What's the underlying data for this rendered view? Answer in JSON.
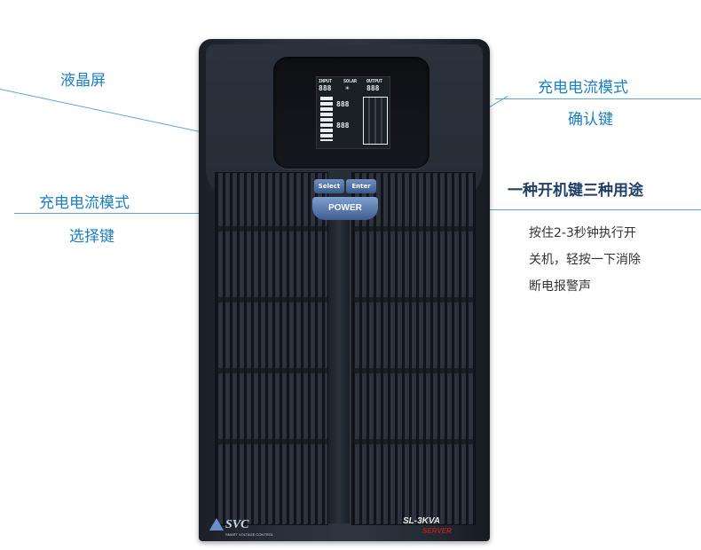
{
  "callouts": {
    "lcd_label": "液晶屏",
    "enter_title": "充电电流模式",
    "enter_sub": "确认键",
    "select_title": "充电电流模式",
    "select_sub": "选择键",
    "power_title": "一种开机键三种用途",
    "power_desc_1": "按住2-3秒钟执行开",
    "power_desc_2": "关机，轻按一下消除",
    "power_desc_3": "断电报警声"
  },
  "device": {
    "select_label": "Select",
    "enter_label": "Enter",
    "power_label": "POWER",
    "brand_name": "SVC",
    "brand_tagline": "SMART VOLTAGE CONTROL",
    "model": "SL-3KVA",
    "series": "SERVER",
    "lcd_input": "INPUT",
    "lcd_solar": "SOLAR",
    "lcd_output": "OUTPUT",
    "lcd_digits": "888"
  },
  "colors": {
    "callout_blue": "#1a7fc4",
    "callout_dark": "#1f3f66",
    "device_body": "#2a313c",
    "button_blue": "#4f6ea3"
  }
}
